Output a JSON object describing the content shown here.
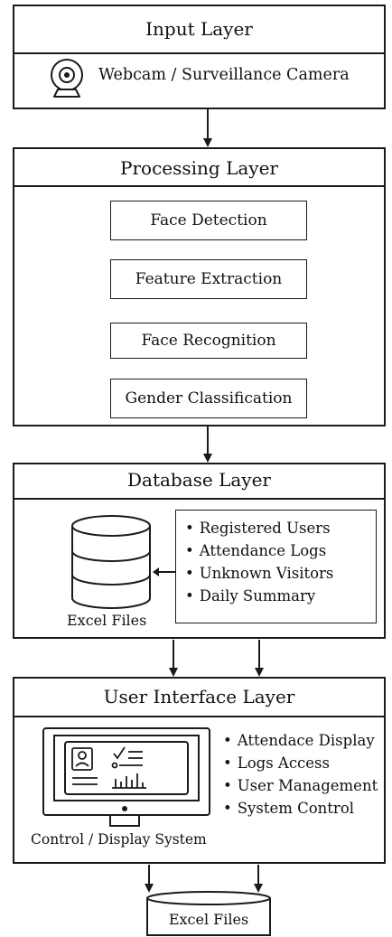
{
  "input_layer": {
    "title": "Input Layer",
    "device_label": "Webcam / Surveillance Camera",
    "device_icon": "webcam-icon"
  },
  "processing_layer": {
    "title": "Processing Layer",
    "steps": [
      "Face Detection",
      "Feature Extraction",
      "Face Recognition",
      "Gender Classification"
    ]
  },
  "database_layer": {
    "title": "Database Layer",
    "storage_label": "Excel Files",
    "storage_icon": "database-icon",
    "items": [
      "Registered Users",
      "Attendance Logs",
      "Unknown Visitors",
      "Daily Summary"
    ]
  },
  "ui_layer": {
    "title": "User Interface Layer",
    "monitor_label": "Control / Display System",
    "monitor_icon": "monitor-dashboard-icon",
    "items": [
      "Attendace Display",
      "Logs Access",
      "User Management",
      "System Control"
    ]
  },
  "output": {
    "label": "Excel Files",
    "icon": "cylinder-storage-icon"
  }
}
